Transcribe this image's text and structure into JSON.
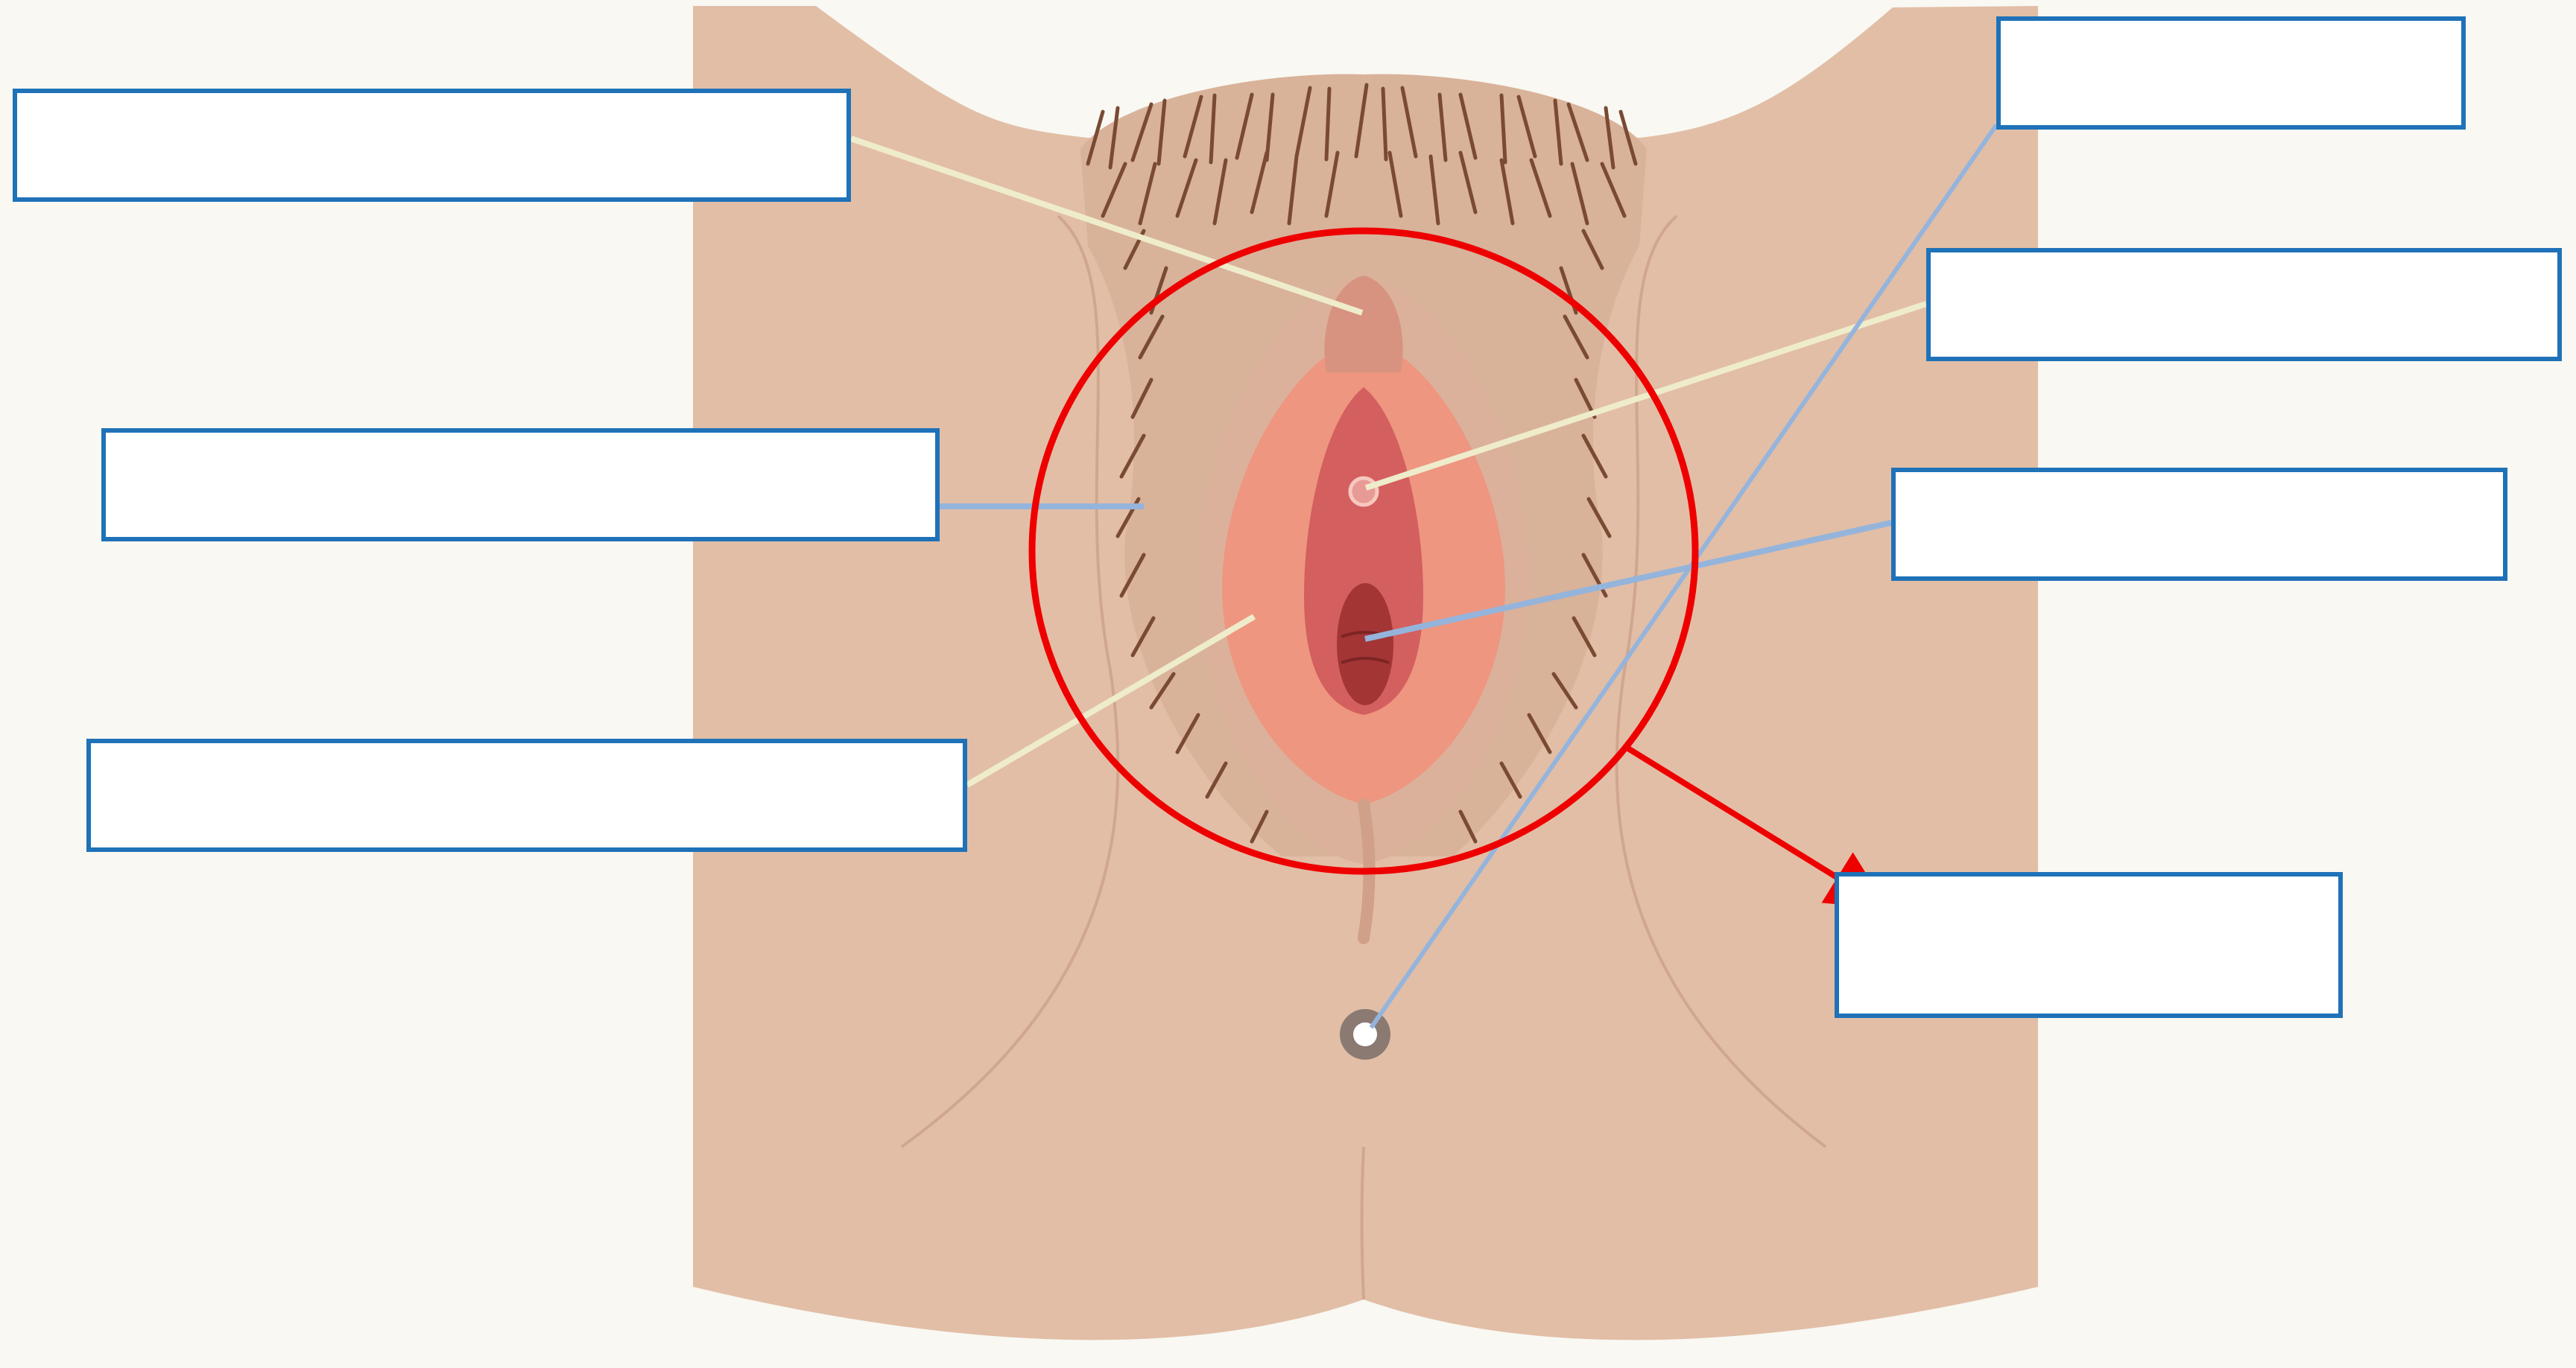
{
  "title": "",
  "colors": {
    "background": "#f9f8f2",
    "skin": "#e2bea6",
    "skin_line": "#c99c84",
    "hair": "#7a4a32",
    "labia_majora_inner": "#dbb19b",
    "labia_minora": "#ee9680",
    "vestibule": "#d45f5f",
    "vaginal_opening": "#a33535",
    "anus": "#8a7a72",
    "circle_highlight": "#ee0000",
    "box_border": "#1f72b8",
    "leader_cream": "#eeeccb",
    "leader_blue": "#94b4dc"
  },
  "icons": [
    "red-arrow-icon"
  ],
  "labels": [
    {
      "id": "mons-pubis-label",
      "text": ""
    },
    {
      "id": "labia-majora-label",
      "text": ""
    },
    {
      "id": "labia-minora-label",
      "text": ""
    },
    {
      "id": "anus-label",
      "text": ""
    },
    {
      "id": "urethral-opening-label",
      "text": ""
    },
    {
      "id": "vaginal-opening-label",
      "text": ""
    },
    {
      "id": "vulva-label",
      "text": ""
    }
  ]
}
